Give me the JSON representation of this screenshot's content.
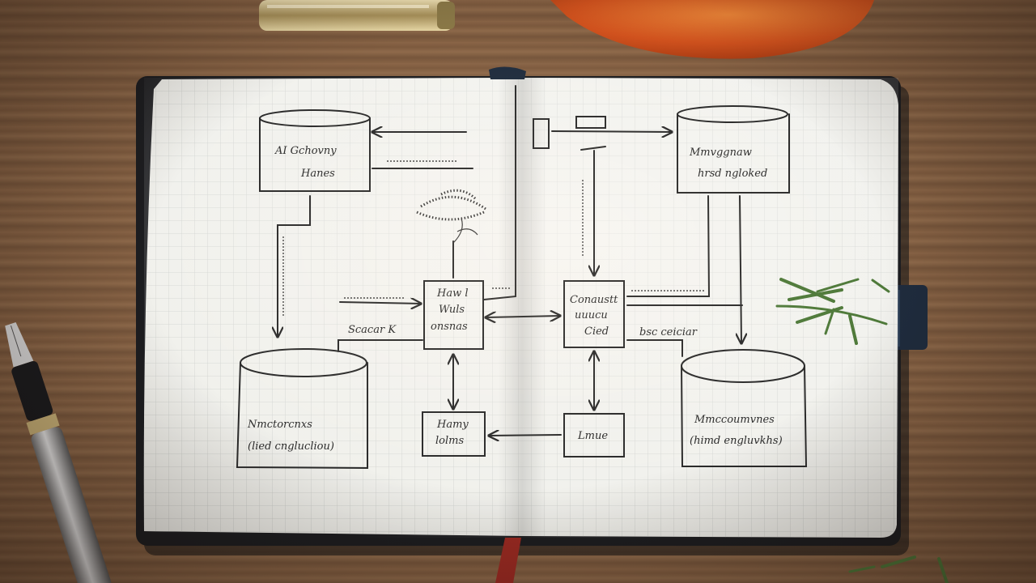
{
  "palette": {
    "desk_wood": "#7d5a3e",
    "paper": "#efefea",
    "ink": "#2b2b2b",
    "notebook_cover": "#1c1d20",
    "orange_object": "#d4531e",
    "ribbon_marker": "#9b2a22",
    "plant_green": "#4f7a3a"
  },
  "scene": {
    "description_objects": [
      "notebook",
      "fountain-pen",
      "pen-cap",
      "orange-object",
      "plant-sprig",
      "bookmark-ribbon"
    ]
  },
  "diagram": {
    "node_top_left_line1": "AI  Gchovny",
    "node_top_left_line2": "Hanes",
    "node_top_right_line1": "Mmvggnaw",
    "node_top_right_line2": "hrsd ngloked",
    "node_center_left_line1": "Haw l",
    "node_center_left_line2": "Wuls",
    "node_center_left_line3": "onsnas",
    "node_center_right_line1": "Conaustt",
    "node_center_right_line2": "uuucu",
    "node_center_right_line3": "Cied",
    "node_bottom_left_line1": "Nmctorcnxs",
    "node_bottom_left_line2": "(lied cnglucliou)",
    "node_bottom_right_line1": "Mmccoumvnes",
    "node_bottom_right_line2": "(himd engluvkhs)",
    "node_small_left_line1": "Hamy",
    "node_small_left_line2": "lolms",
    "node_small_right": "Lmue",
    "label_left_arrow": "Scacar K",
    "label_right_arrow": "bsc ceiciar"
  }
}
